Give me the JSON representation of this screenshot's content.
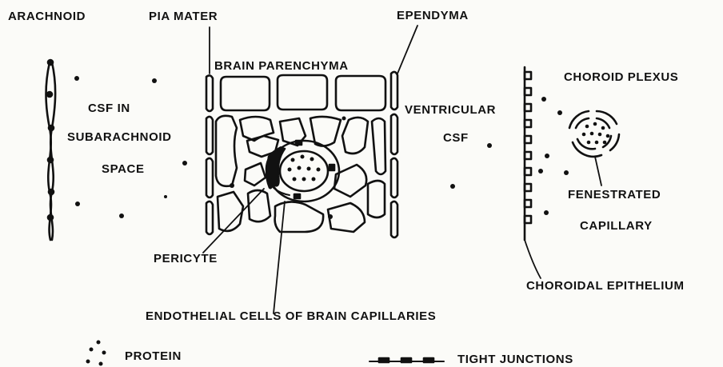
{
  "labels": {
    "arachnoid": "ARACHNOID",
    "pia_mater": "PIA MATER",
    "ependyma": "EPENDYMA",
    "brain_parenchyma": "BRAIN PARENCHYMA",
    "csf_in": "CSF IN",
    "subarachnoid": "SUBARACHNOID",
    "space": "SPACE",
    "ventricular": "VENTRICULAR",
    "csf": "CSF",
    "choroid_plexus": "CHOROID PLEXUS",
    "fenestrated": "FENESTRATED",
    "capillary": "CAPILLARY",
    "pericyte": "PERICYTE",
    "choroidal_epithelium": "CHOROIDAL EPITHELIUM",
    "endothelial": "ENDOTHELIAL CELLS OF BRAIN CAPILLARIES"
  },
  "legend": {
    "protein": "PROTEIN",
    "tight_junctions": "TIGHT JUNCTIONS"
  },
  "colors": {
    "ink": "#111111",
    "background": "#fbfbf8"
  }
}
